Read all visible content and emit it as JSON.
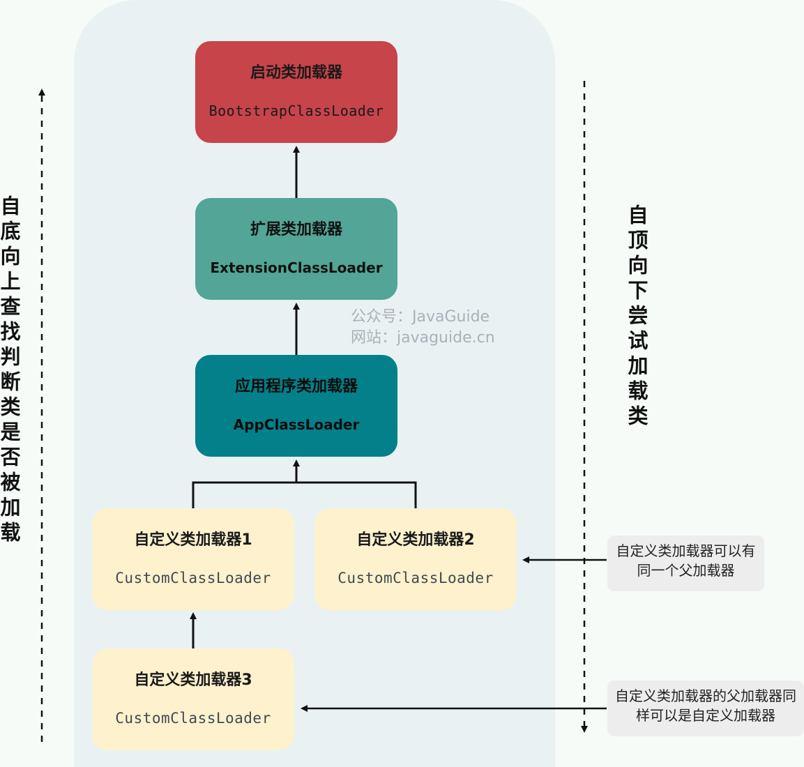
{
  "boxes": {
    "bootstrap": {
      "zh": "启动类加载器",
      "en": "BootstrapClassLoader",
      "color": "#c6444a"
    },
    "extension": {
      "zh": "扩展类加载器",
      "en": "ExtensionClassLoader",
      "color": "#52a597"
    },
    "app": {
      "zh": "应用程序类加载器",
      "en": "AppClassLoader",
      "color": "#03808a"
    },
    "custom1": {
      "zh": "自定义类加载器1",
      "en": "CustomClassLoader",
      "color": "#fef1cd"
    },
    "custom2": {
      "zh": "自定义类加载器2",
      "en": "CustomClassLoader",
      "color": "#fef1cd"
    },
    "custom3": {
      "zh": "自定义类加载器3",
      "en": "CustomClassLoader",
      "color": "#fef1cd"
    }
  },
  "side_labels": {
    "left": "自底向上查找判断类是否被加载",
    "right": "自顶向下尝试加载类"
  },
  "notes": {
    "note1": "自定义类加载器可以有同一个父加载器",
    "note2": "自定义类加载器的父加载器同样可以是自定义加载器"
  },
  "watermark": {
    "line1": "公众号：JavaGuide",
    "line2": "网站：javaguide.cn"
  }
}
